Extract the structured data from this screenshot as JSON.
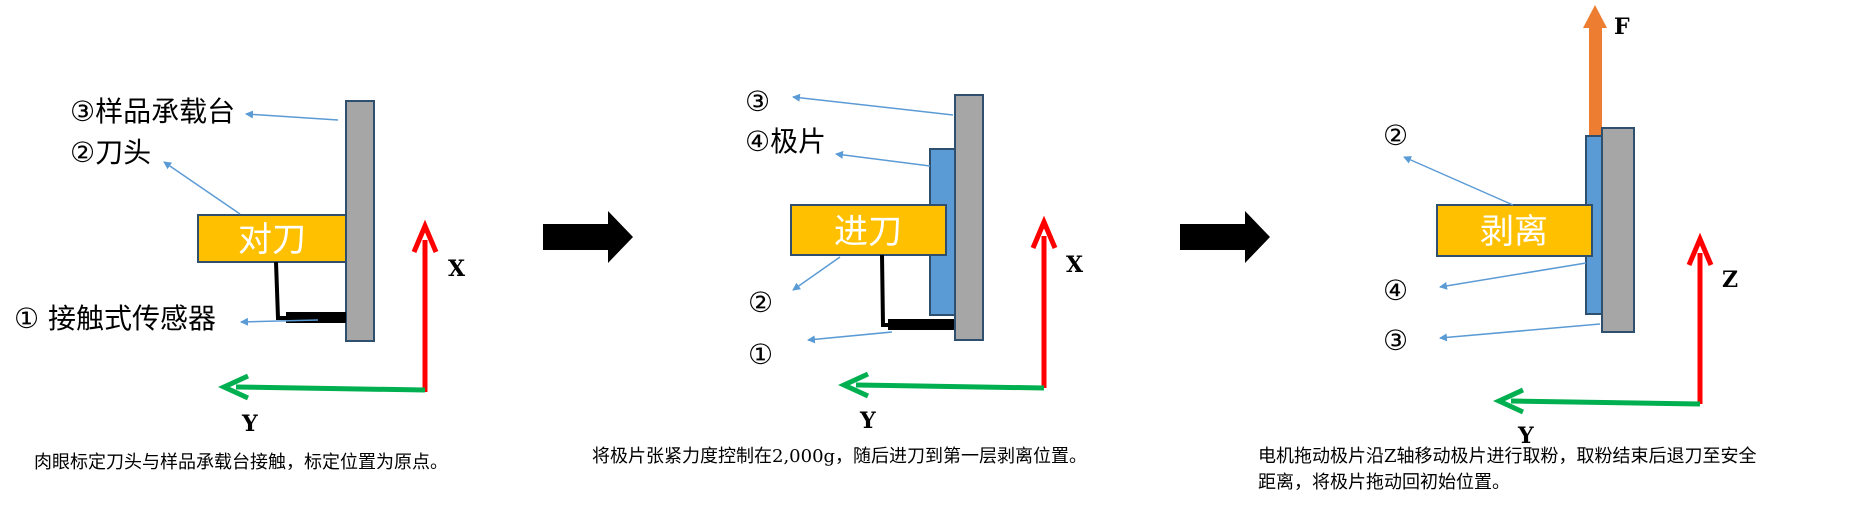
{
  "colors": {
    "sample_stage": "#A6A6A6",
    "cutter": "#FFC000",
    "electrode": "#5B9BD5",
    "leader": "#5B9BD5",
    "axis_vertical": "#FF0000",
    "axis_horizontal": "#00B050",
    "force_arrow": "#ED7D31",
    "process_arrow": "#000000"
  },
  "panel1": {
    "cutter_text": "对刀",
    "label_stage": "③样品承载台",
    "label_cutter": "②刀头",
    "label_sensor": "① 接触式传感器",
    "axis_v": "X",
    "axis_h": "Y",
    "caption": "肉眼标定刀头与样品承载台接触，标定位置为原点。"
  },
  "panel2": {
    "cutter_text": "进刀",
    "label_stage": "③",
    "label_electrode": "④极片",
    "label_cutter": "②",
    "label_sensor": "①",
    "axis_v": "X",
    "axis_h": "Y",
    "caption": "将极片张紧力度控制在2,000g，随后进刀到第一层剥离位置。"
  },
  "panel3": {
    "cutter_text": "剥离",
    "label_cutter": "②",
    "label_electrode": "④",
    "label_stage": "③",
    "force": "F",
    "axis_v": "Z",
    "axis_h": "Y",
    "caption_line1": "电机拖动极片沿Z轴移动极片进行取粉，取粉结束后退刀至安全",
    "caption_line2": "距离，将极片拖动回初始位置。"
  }
}
